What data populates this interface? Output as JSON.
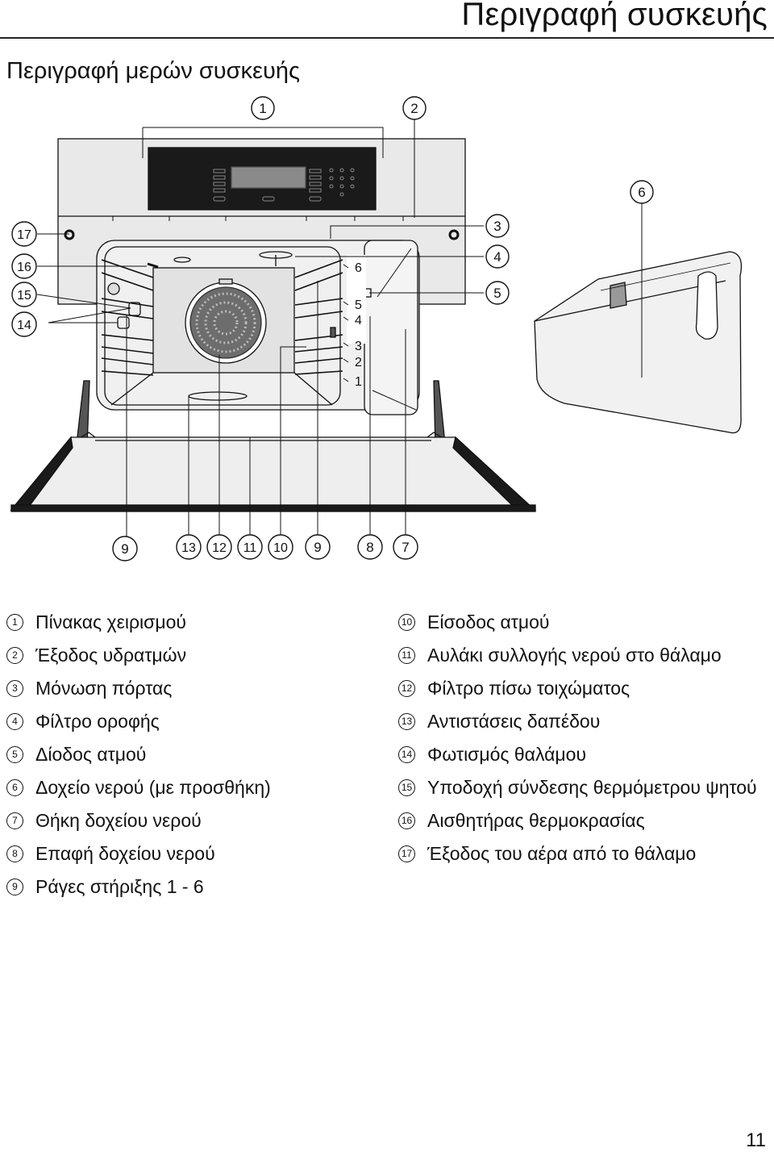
{
  "header": {
    "title": "Περιγραφή συσκευής"
  },
  "section": {
    "title": "Περιγραφή μερών συσκευής"
  },
  "diagram": {
    "callouts": {
      "c1": "1",
      "c2": "2",
      "c3": "3",
      "c4": "4",
      "c5": "5",
      "c6": "6",
      "c7": "7",
      "c8": "8",
      "c9a": "9",
      "c9b": "9",
      "c10": "10",
      "c11": "11",
      "c12": "12",
      "c13": "13",
      "c14": "14",
      "c15": "15",
      "c16": "16",
      "c17": "17"
    },
    "rail_levels": {
      "l6": "6",
      "l5": "5",
      "l4": "4",
      "l3": "3",
      "l2": "2",
      "l1": "1"
    }
  },
  "legend": {
    "left": [
      {
        "num": "1",
        "text": "Πίνακας χειρισμού"
      },
      {
        "num": "2",
        "text": "Έξοδος υδρατμών"
      },
      {
        "num": "3",
        "text": "Μόνωση πόρτας"
      },
      {
        "num": "4",
        "text": "Φίλτρο οροφής"
      },
      {
        "num": "5",
        "text": "Δίοδος ατμού"
      },
      {
        "num": "6",
        "text": "Δοχείο νερού (με προσθήκη)"
      },
      {
        "num": "7",
        "text": "Θήκη δοχείου νερού"
      },
      {
        "num": "8",
        "text": "Επαφή δοχείου νερού"
      },
      {
        "num": "9",
        "text": "Ράγες στήριξης 1 - 6"
      }
    ],
    "right": [
      {
        "num": "10",
        "text": "Είσοδος ατμού"
      },
      {
        "num": "11",
        "text": "Αυλάκι συλλογής νερού στο θάλαμο"
      },
      {
        "num": "12",
        "text": "Φίλτρο πίσω τοιχώματος"
      },
      {
        "num": "13",
        "text": "Αντιστάσεις δαπέδου"
      },
      {
        "num": "14",
        "text": "Φωτισμός θαλάμου"
      },
      {
        "num": "15",
        "text": "Υποδοχή σύνδεσης θερμόμετρου ψητού"
      },
      {
        "num": "16",
        "text": "Αισθητήρας θερμοκρασίας"
      },
      {
        "num": "17",
        "text": "Έξοδος του αέρα από το θάλαμο"
      }
    ]
  },
  "page": {
    "number": "11"
  }
}
